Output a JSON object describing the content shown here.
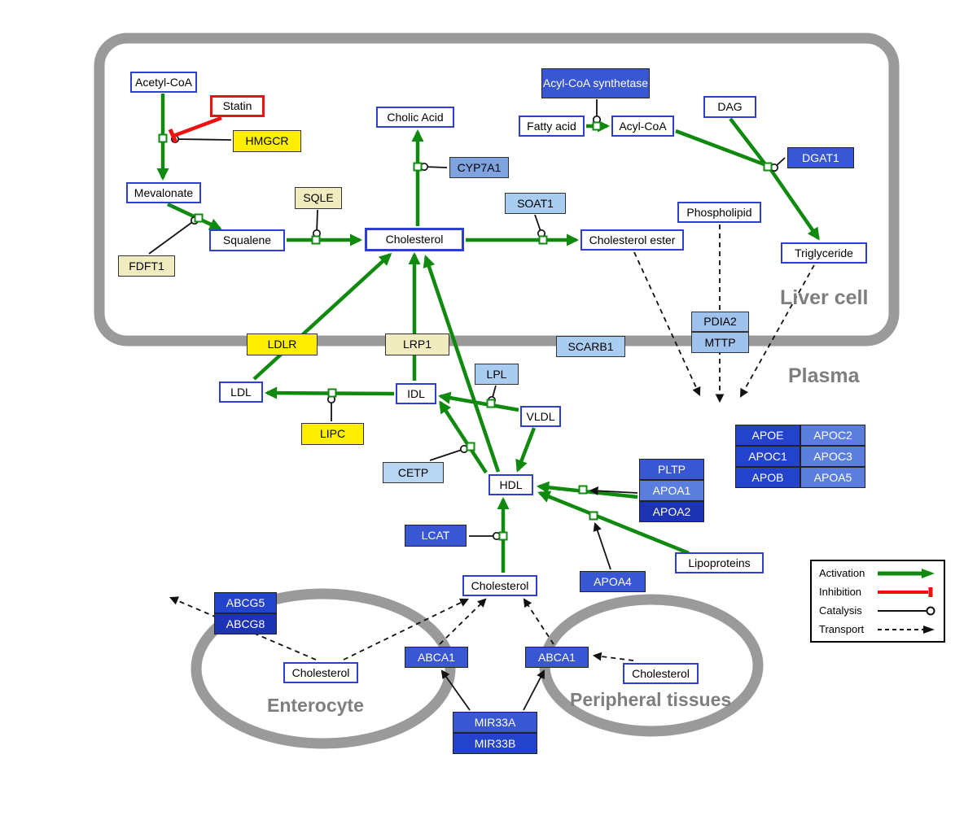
{
  "compartments": {
    "liver": {
      "label": "Liver cell"
    },
    "plasma": {
      "label": "Plasma"
    },
    "enterocyte": {
      "label": "Enterocyte"
    },
    "peripheral": {
      "label": "Peripheral tissues"
    }
  },
  "legend": {
    "activation": "Activation",
    "inhibition": "Inhibition",
    "catalysis": "Catalysis",
    "transport": "Transport"
  },
  "nodes": {
    "acetyl_coa": "Acetyl-CoA",
    "statin": "Statin",
    "hmgcr": "HMGCR",
    "mevalonate": "Mevalonate",
    "sqle": "SQLE",
    "fdft1": "FDFT1",
    "squalene": "Squalene",
    "cholesterol_liver": "Cholesterol",
    "cholic_acid": "Cholic Acid",
    "cyp7a1": "CYP7A1",
    "soat1": "SOAT1",
    "cholesterol_ester": "Cholesterol ester",
    "acyl_coa_synthetase": "Acyl-CoA synthetase",
    "fatty_acid": "Fatty acid",
    "acyl_coa": "Acyl-CoA",
    "dag": "DAG",
    "dgat1": "DGAT1",
    "phospholipid": "Phospholipid",
    "triglyceride": "Triglyceride",
    "pdia2": "PDIA2",
    "mttp": "MTTP",
    "ldlr": "LDLR",
    "lrp1": "LRP1",
    "scarb1": "SCARB1",
    "ldl": "LDL",
    "idl": "IDL",
    "lpl": "LPL",
    "vldl": "VLDL",
    "lipc": "LIPC",
    "cetp": "CETP",
    "hdl": "HDL",
    "lcat": "LCAT",
    "pltp": "PLTP",
    "apoa1": "APOA1",
    "apoa2": "APOA2",
    "apoa4": "APOA4",
    "lipoproteins": "Lipoproteins",
    "apoe": "APOE",
    "apoc2": "APOC2",
    "apoc1": "APOC1",
    "apoc3": "APOC3",
    "apob": "APOB",
    "apoa5": "APOA5",
    "cholesterol_plasma": "Cholesterol",
    "abcg5": "ABCG5",
    "abcg8": "ABCG8",
    "cholesterol_enterocyte": "Cholesterol",
    "abca1_enterocyte": "ABCA1",
    "abca1_peripheral": "ABCA1",
    "cholesterol_peripheral": "Cholesterol",
    "mir33a": "MIR33A",
    "mir33b": "MIR33B"
  },
  "colors": {
    "activation": "#0f8a0f",
    "inhibition": "#ee1111",
    "metabolite_border": "#2d3fd0",
    "gene_yellow": "#ffee00",
    "gene_cream": "#f0ecc0",
    "gene_light_blue": "#a9cdf0",
    "gene_blue": "#3a57d3",
    "gene_dark_blue": "#2443cc",
    "compartment_gray": "#9a9a9a"
  }
}
